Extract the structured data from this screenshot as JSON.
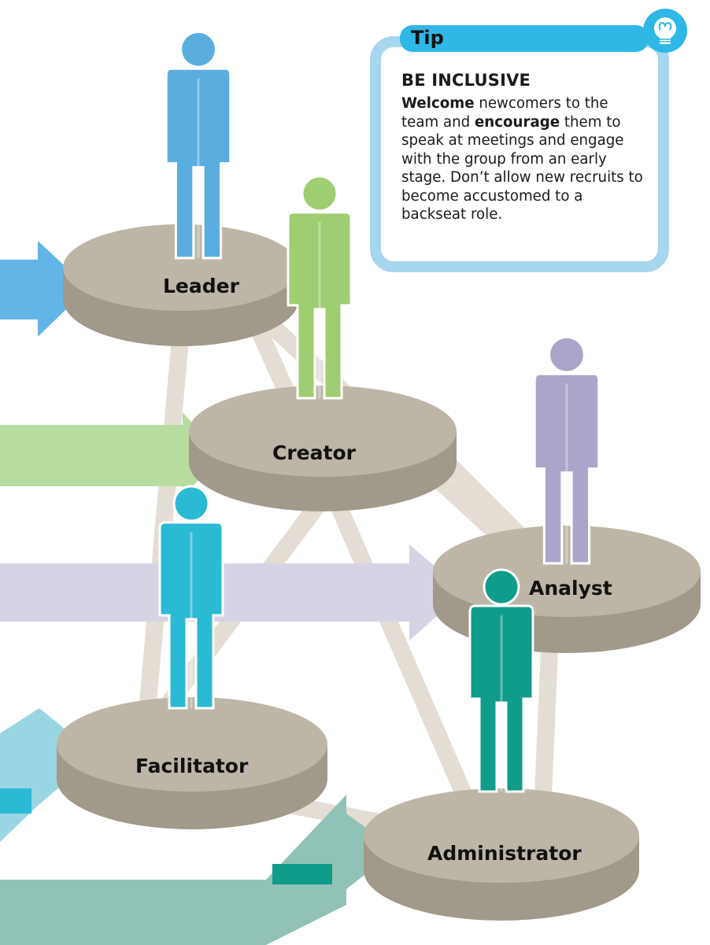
{
  "roles": [
    {
      "id": "leader",
      "label": "Leader",
      "color": "#5aaedf"
    },
    {
      "id": "creator",
      "label": "Creator",
      "color": "#9fcd72"
    },
    {
      "id": "analyst",
      "label": "Analyst",
      "color": "#aaa6c9"
    },
    {
      "id": "facilitator",
      "label": "Facilitator",
      "color": "#2bbad3"
    },
    {
      "id": "administrator",
      "label": "Administrator",
      "color": "#0f9c8a"
    }
  ],
  "colors": {
    "platform_top": "#bdb6a6",
    "platform_side": "#a1998a",
    "connector": "#e3ddd3",
    "tip_frame": "#a7d6ef",
    "tip_tab": "#2fb7e6",
    "arrow_blue": "#62b5e6",
    "arrow_green": "#b7dca0",
    "arrow_lavender": "#d6d3e5",
    "arrow_teal_light": "#9ad5e4",
    "arrow_teal_dark": "#90c2b7"
  },
  "tip": {
    "tab_label": "Tip",
    "heading": "BE INCLUSIVE",
    "word_welcome": "Welcome",
    "text_1": " newcomers to the team and ",
    "word_encourage": "encourage",
    "text_2": " them to speak at meetings and engage with the group from an early stage. Don’t allow new recruits to become accustomed to a backseat role.",
    "icon": "lightbulb-icon"
  }
}
